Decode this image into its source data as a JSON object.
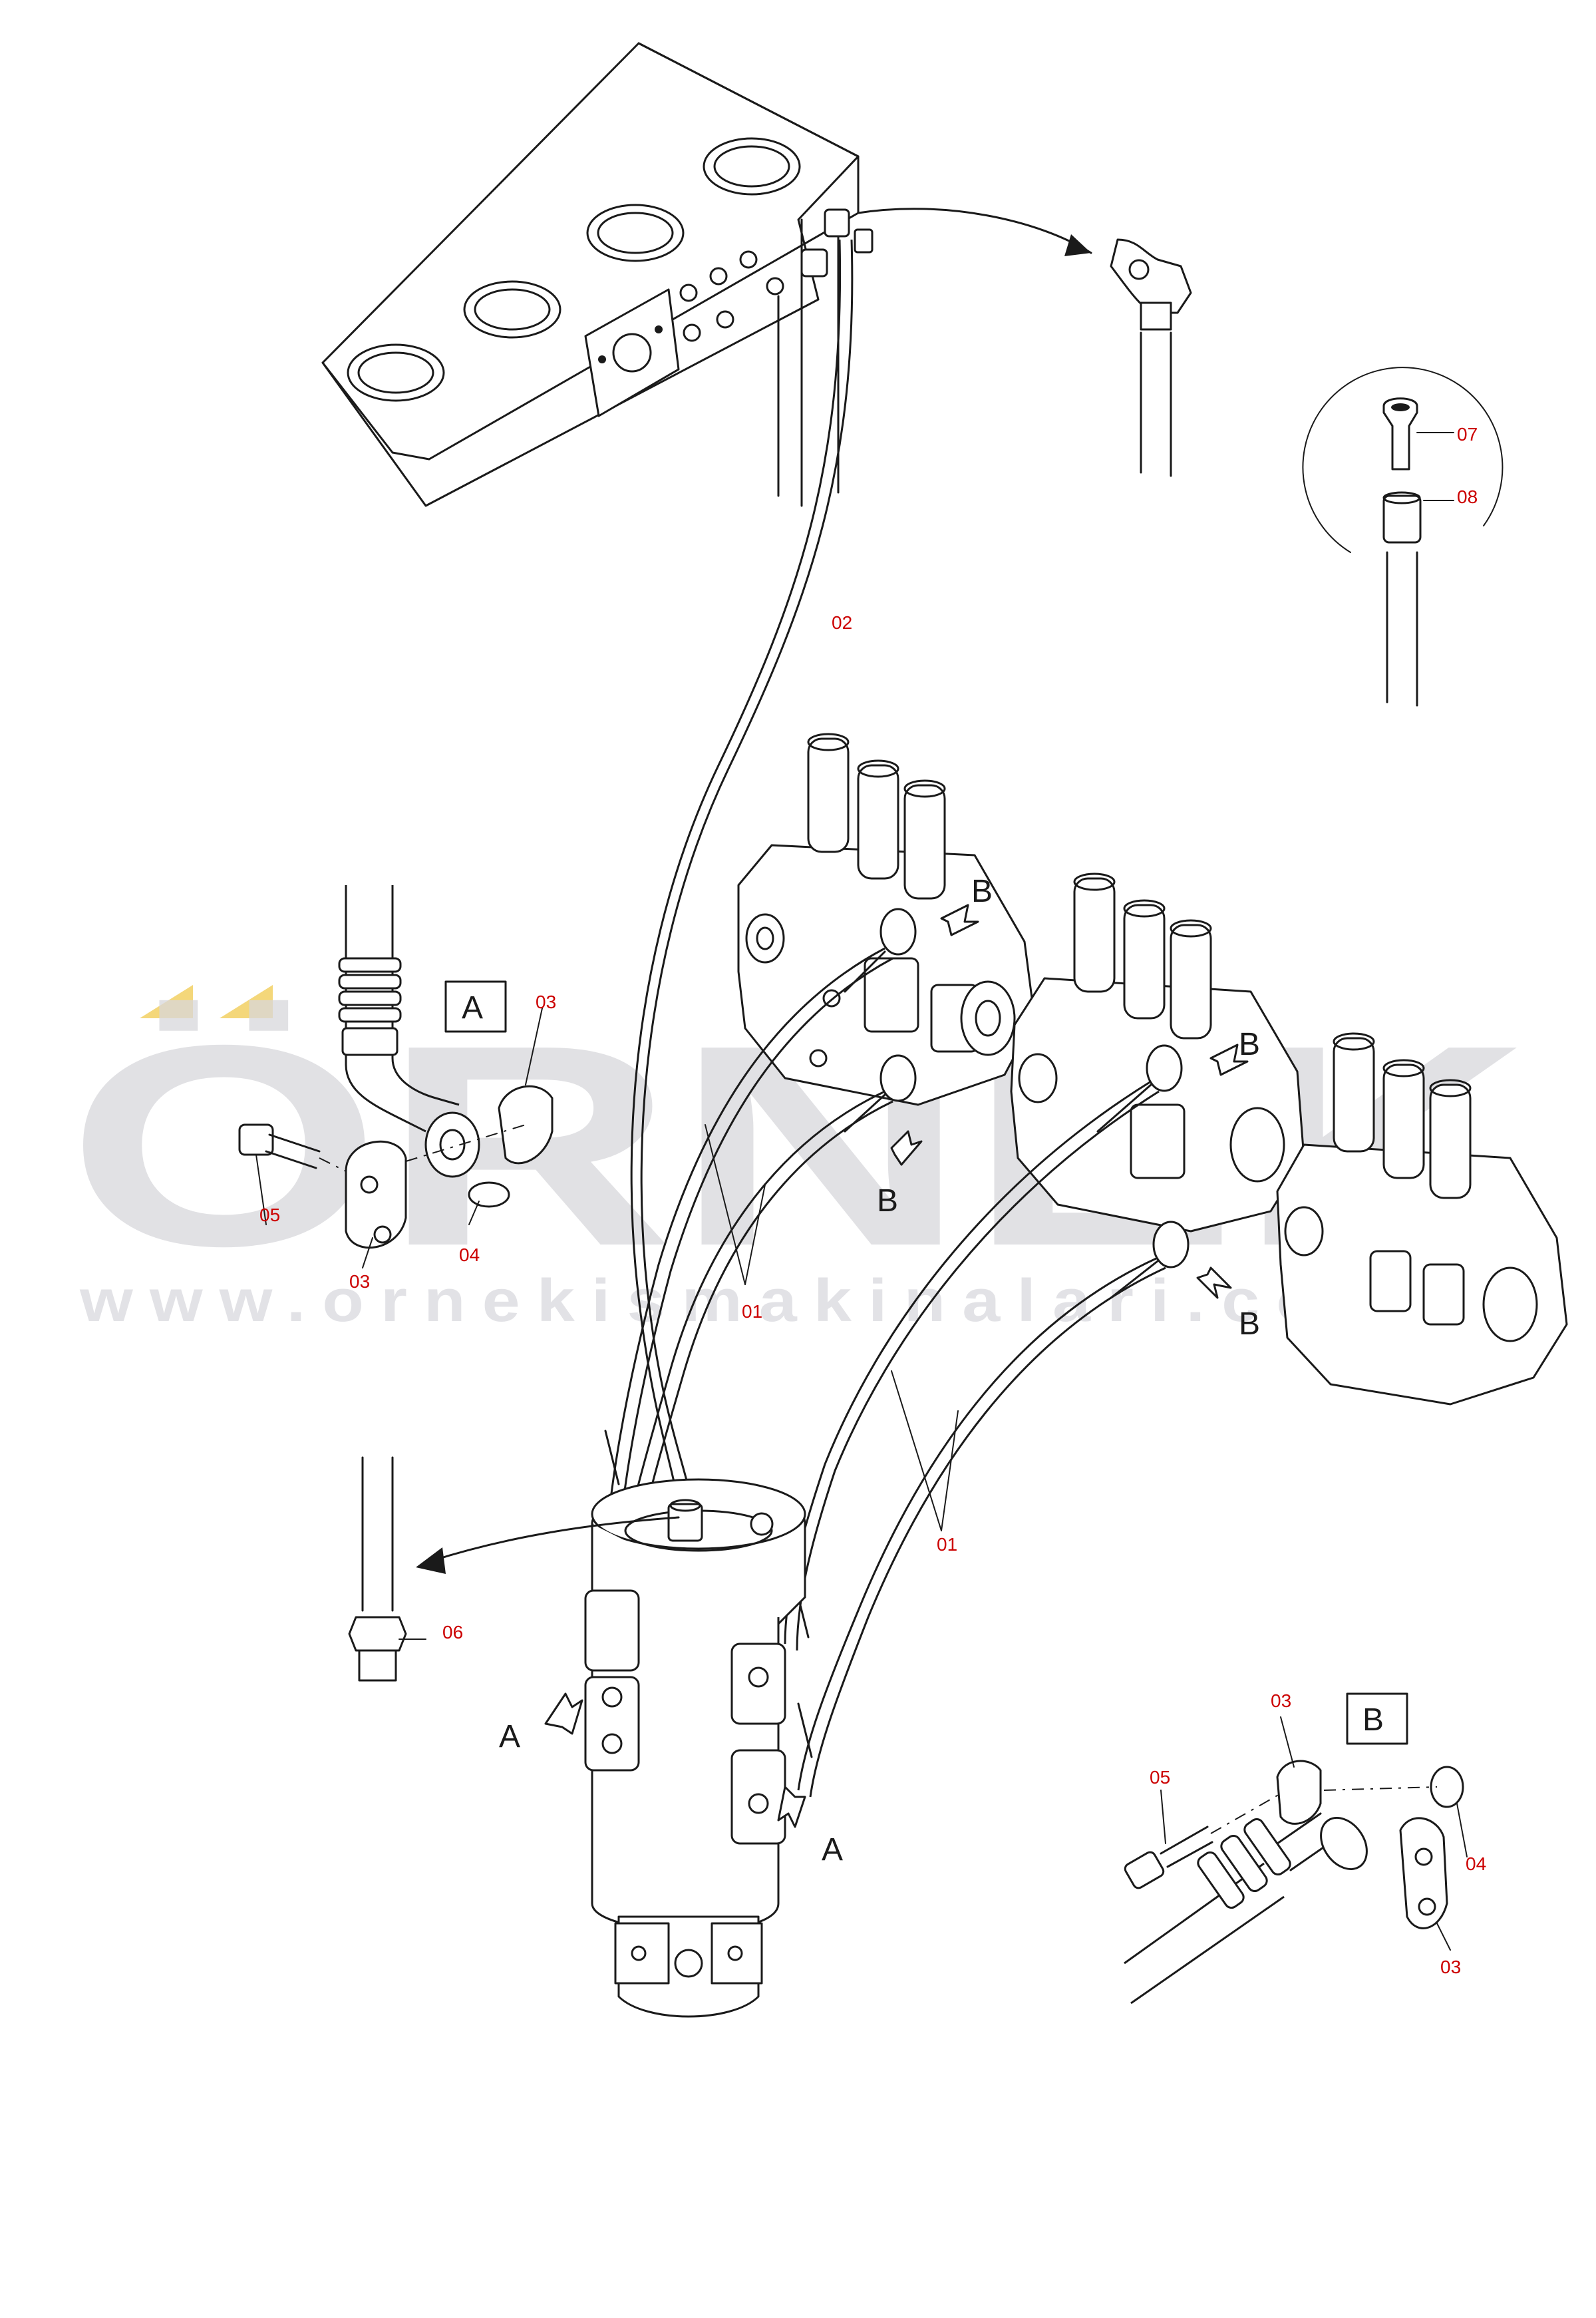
{
  "watermark": {
    "brand": "ÖRNEK",
    "url": "www.ornekismakinalari.com.tr",
    "accent_color": "#f4d77a"
  },
  "views": {
    "detail_a": "A",
    "detail_b": "B"
  },
  "view_arrows": {
    "a_left": "A",
    "a_right": "A",
    "b_valve1_top": "B",
    "b_valve1_bottom": "B",
    "b_valve2_top": "B",
    "b_valve2_bottom": "B"
  },
  "callouts": {
    "c01_left": "01",
    "c01_right": "01",
    "c02": "02",
    "c03_a_top": "03",
    "c03_a_bottom": "03",
    "c03_b_top": "03",
    "c03_b_bottom": "03",
    "c04_a": "04",
    "c04_b": "04",
    "c05_a": "05",
    "c05_b": "05",
    "c06": "06",
    "c07": "07",
    "c08": "08"
  },
  "colors": {
    "line": "#1a1a1a",
    "callout": "#cc0000",
    "watermark": "#d8d8dc"
  }
}
